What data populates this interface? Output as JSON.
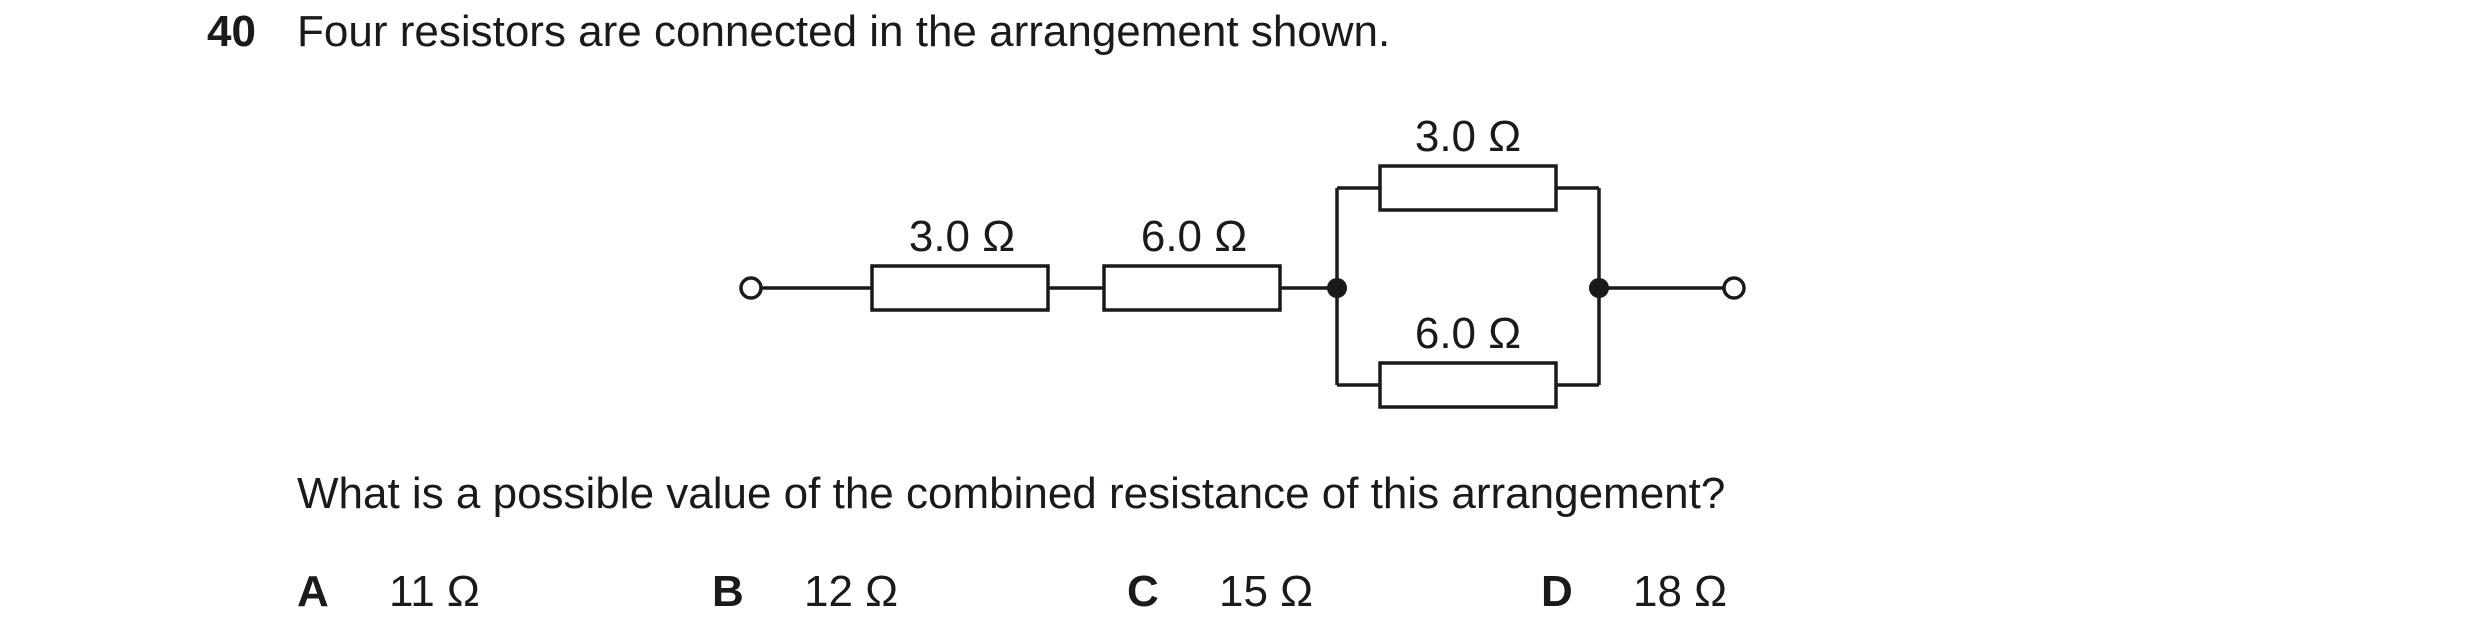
{
  "question": {
    "number": "40",
    "stem": "Four resistors are connected in the arrangement shown.",
    "prompt": "What is a possible value of the combined resistance of this arrangement?"
  },
  "circuit": {
    "series_resistor_1": "3.0 Ω",
    "series_resistor_2": "6.0 Ω",
    "parallel_top_resistor": "3.0 Ω",
    "parallel_bottom_resistor": "6.0 Ω"
  },
  "options": [
    {
      "letter": "A",
      "value": "11 Ω"
    },
    {
      "letter": "B",
      "value": "12 Ω"
    },
    {
      "letter": "C",
      "value": "15 Ω"
    },
    {
      "letter": "D",
      "value": "18 Ω"
    }
  ]
}
